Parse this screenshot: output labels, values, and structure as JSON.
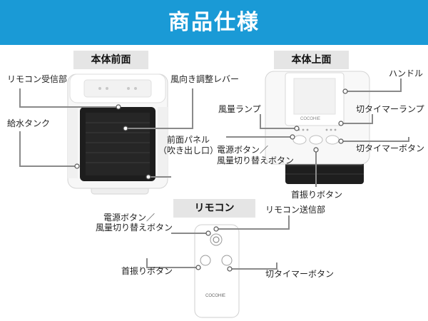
{
  "header": {
    "title": "商品仕様"
  },
  "sections": {
    "front": "本体前面",
    "top": "本体上面",
    "remote": "リモコン"
  },
  "front_labels": {
    "remote_receiver": "リモコン受信部",
    "wind_lever": "風向き調整レバー",
    "water_tank": "給水タンク",
    "front_panel_line1": "前面パネル",
    "front_panel_line2": "（吹き出し口）"
  },
  "top_labels": {
    "handle": "ハンドル",
    "airflow_lamp": "風量ランプ",
    "timer_lamp": "切タイマーランプ",
    "power_line1": "電源ボタン／",
    "power_line2": "風量切り替えボタン",
    "timer_button": "切タイマーボタン",
    "swing_button": "首振りボタン"
  },
  "remote_labels": {
    "power_line1": "電源ボタン／",
    "power_line2": "風量切り替えボタン",
    "transmitter": "リモコン送信部",
    "swing_button": "首振りボタン",
    "timer_button": "切タイマーボタン"
  },
  "brand": "COCOHIE",
  "colors": {
    "banner": "#1a9ad6",
    "leader": "#8a8a8a"
  }
}
